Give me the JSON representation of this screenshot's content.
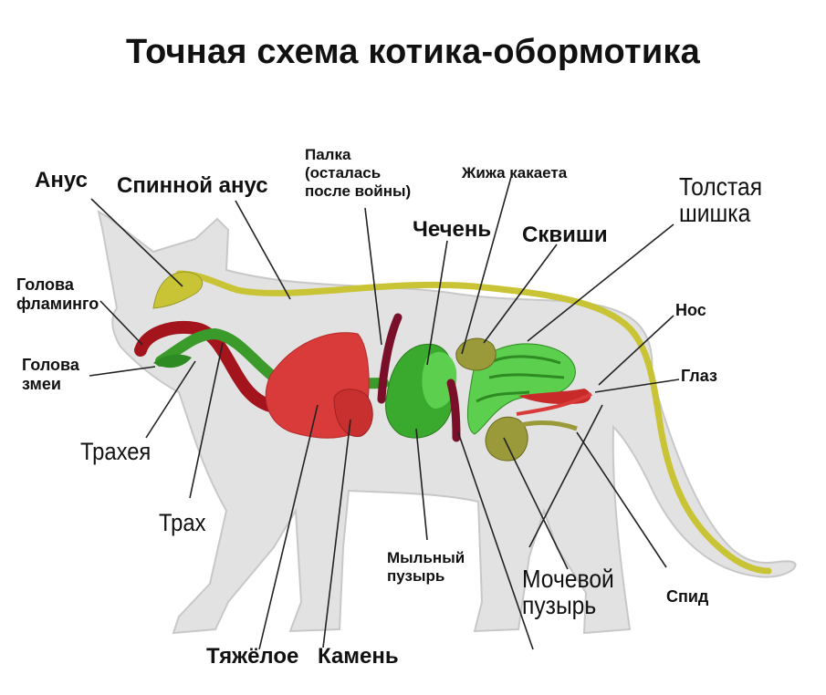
{
  "title": "Точная схема котика-обормотика",
  "labels": {
    "anus": "Анус",
    "spinal_anus": "Спинной анус",
    "stick": "Палка\n(осталась\nпосле войны)",
    "zhizha": "Жижа какаета",
    "thick_cone": "Толстая\nшишка",
    "flamingo_head": "Голова\nфламинго",
    "snake_head": "Голова\nзмеи",
    "chechen": "Чечень",
    "squishies": "Сквиши",
    "nose": "Нос",
    "eye": "Глаз",
    "trachea": "Трахея",
    "trakh": "Трах",
    "soap_bubble": "Мыльный\nпузырь",
    "bladder": "Мочевой\nпузырь",
    "spid": "Спид",
    "heavy": "Тяжёлое",
    "stone": "Камень"
  },
  "colors": {
    "cat_fill": "#e2e2e2",
    "cat_outline": "#c8c8c8",
    "spine": "#c9c336",
    "red_organ": "#d93a3a",
    "dark_red": "#a3141c",
    "green_bright": "#4fd14a",
    "green_dark": "#2e8a22",
    "maroon": "#7a0f2a",
    "olive": "#9a9a3a"
  }
}
